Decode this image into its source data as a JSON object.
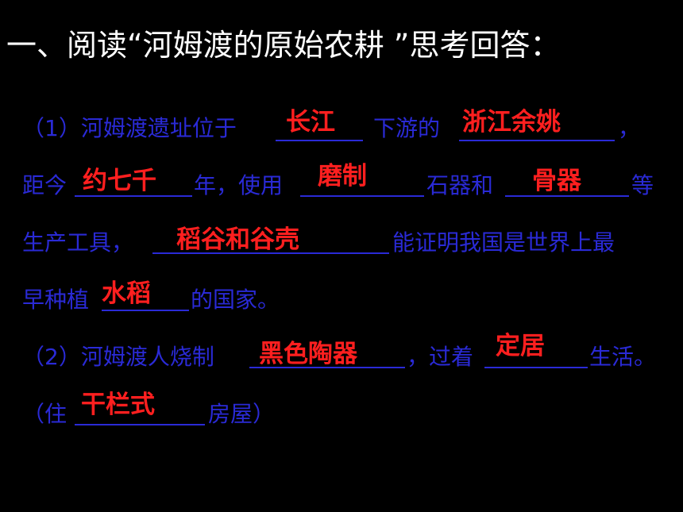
{
  "title": "一、阅读“河姆渡的原始农耕 ”思考回答：",
  "q1": {
    "l1a": "（1）河姆渡遗址位于",
    "a_location": "长江",
    "l1b": "下游的",
    "a_place": "浙江余姚",
    "l1c": "，",
    "l2a": "距今",
    "a_time": "约七千",
    "l2b": "年，使用",
    "a_tool1": "磨制",
    "l2c": "石器和",
    "a_tool2": "骨器",
    "l2d": "等",
    "l3a": "生产工具，",
    "a_evidence": "稻谷和谷壳",
    "l3b": "能证明我国是世界上最",
    "l4a": "早种植",
    "a_crop": "水稻",
    "l4b": "的国家。"
  },
  "q2": {
    "l5a": "（2）河姆渡人烧制",
    "a_pottery": "黑色陶器",
    "l5b": "，过着",
    "a_life": "定居",
    "l5c": "生活。",
    "l6a": "（住",
    "a_house": "干栏式",
    "l6b": "房屋）"
  }
}
